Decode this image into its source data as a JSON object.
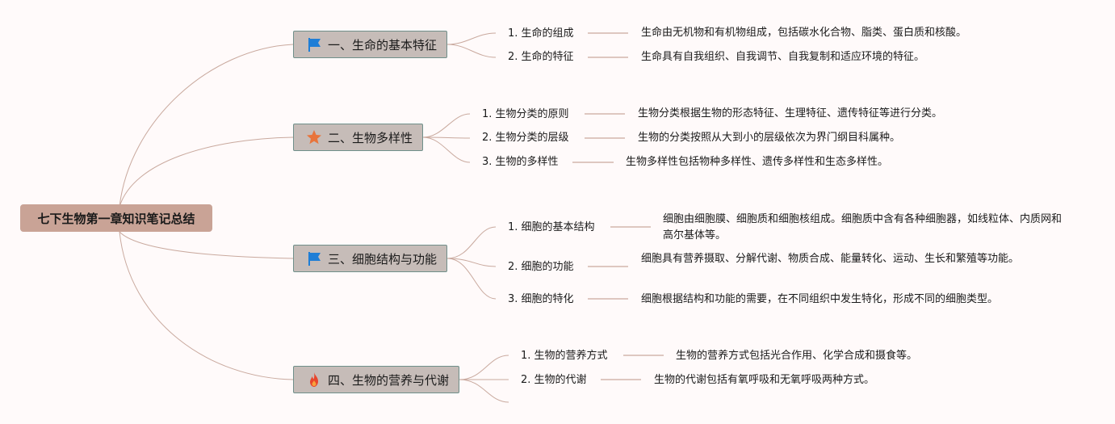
{
  "root": {
    "title": "七下生物第一章知识笔记总结"
  },
  "branches": [
    {
      "title": "一、生命的基本特征",
      "icon": "blue-flag-icon",
      "items": [
        {
          "label": "1. 生命的组成",
          "note": "生命由无机物和有机物组成，包括碳水化合物、脂类、蛋白质和核酸。"
        },
        {
          "label": "2. 生命的特征",
          "note": "生命具有自我组织、自我调节、自我复制和适应环境的特征。"
        }
      ]
    },
    {
      "title": "二、生物多样性",
      "icon": "orange-star-icon",
      "items": [
        {
          "label": "1. 生物分类的原则",
          "note": "生物分类根据生物的形态特征、生理特征、遗传特征等进行分类。"
        },
        {
          "label": "2. 生物分类的层级",
          "note": "生物的分类按照从大到小的层级依次为界门纲目科属种。"
        },
        {
          "label": "3. 生物的多样性",
          "note": "生物多样性包括物种多样性、遗传多样性和生态多样性。"
        }
      ]
    },
    {
      "title": "三、细胞结构与功能",
      "icon": "blue-flag-icon",
      "items": [
        {
          "label": "1. 细胞的基本结构",
          "note": "细胞由细胞膜、细胞质和细胞核组成。细胞质中含有各种细胞器，如线粒体、内质网和高尔基体等。"
        },
        {
          "label": "2. 细胞的功能",
          "note": "细胞具有营养摄取、分解代谢、物质合成、能量转化、运动、生长和繁殖等功能。"
        },
        {
          "label": "3. 细胞的特化",
          "note": "细胞根据结构和功能的需要，在不同组织中发生特化，形成不同的细胞类型。"
        }
      ]
    },
    {
      "title": "四、生物的营养与代谢",
      "icon": "fire-icon",
      "items": [
        {
          "label": "1. 生物的营养方式",
          "note": "生物的营养方式包括光合作用、化学合成和摄食等。"
        },
        {
          "label": "2. 生物的代谢",
          "note": "生物的代谢包括有氧呼吸和无氧呼吸两种方式。"
        }
      ]
    }
  ],
  "colors": {
    "link": "#c9a99e",
    "flag": "#1f7ed6",
    "star": "#e8743b",
    "fire": "#e8452c"
  }
}
